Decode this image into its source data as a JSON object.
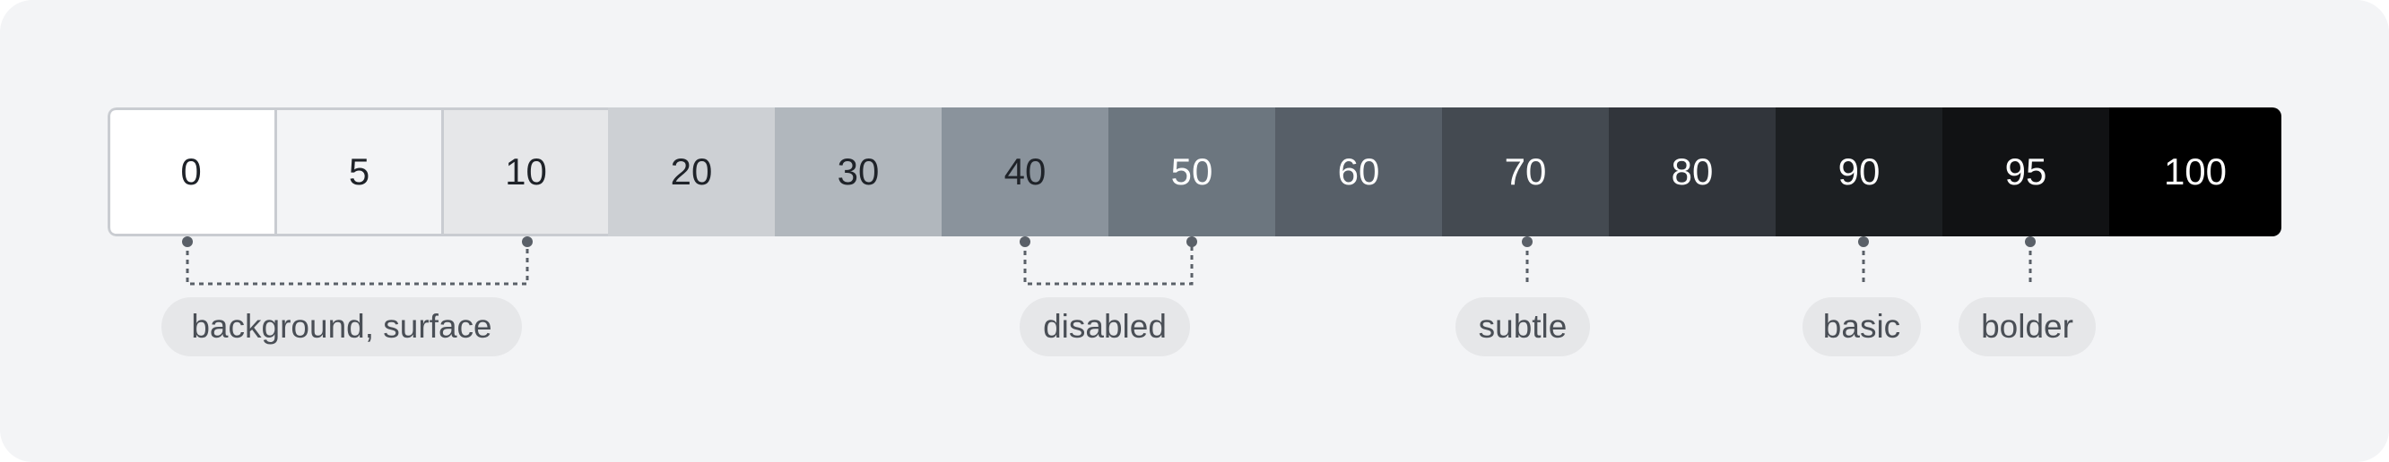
{
  "swatches": [
    {
      "label": "0",
      "color": "#ffffff",
      "text_color": "#1f2329"
    },
    {
      "label": "5",
      "color": "#f3f4f6",
      "text_color": "#1f2329"
    },
    {
      "label": "10",
      "color": "#e6e7e9",
      "text_color": "#1f2329"
    },
    {
      "label": "20",
      "color": "#cdd0d4",
      "text_color": "#1f2329"
    },
    {
      "label": "30",
      "color": "#b1b7bd",
      "text_color": "#1f2329"
    },
    {
      "label": "40",
      "color": "#8a939c",
      "text_color": "#1f2329"
    },
    {
      "label": "50",
      "color": "#6c767f",
      "text_color": "#ffffff"
    },
    {
      "label": "60",
      "color": "#575f68",
      "text_color": "#ffffff"
    },
    {
      "label": "70",
      "color": "#444a51",
      "text_color": "#ffffff"
    },
    {
      "label": "80",
      "color": "#31353b",
      "text_color": "#ffffff"
    },
    {
      "label": "90",
      "color": "#1c1f22",
      "text_color": "#ffffff"
    },
    {
      "label": "95",
      "color": "#111214",
      "text_color": "#ffffff"
    },
    {
      "label": "100",
      "color": "#000000",
      "text_color": "#ffffff"
    }
  ],
  "annotations": [
    {
      "label": "background, surface",
      "swatch_indices": [
        0,
        2
      ]
    },
    {
      "label": "disabled",
      "swatch_indices": [
        5,
        6
      ]
    },
    {
      "label": "subtle",
      "swatch_indices": [
        8
      ]
    },
    {
      "label": "basic",
      "swatch_indices": [
        10
      ]
    },
    {
      "label": "bolder",
      "swatch_indices": [
        11
      ]
    }
  ],
  "colors": {
    "card_background": "#f3f4f6",
    "pill_background": "#e6e7e9",
    "pill_text": "#4a4f56",
    "connector": "#5a6068"
  }
}
